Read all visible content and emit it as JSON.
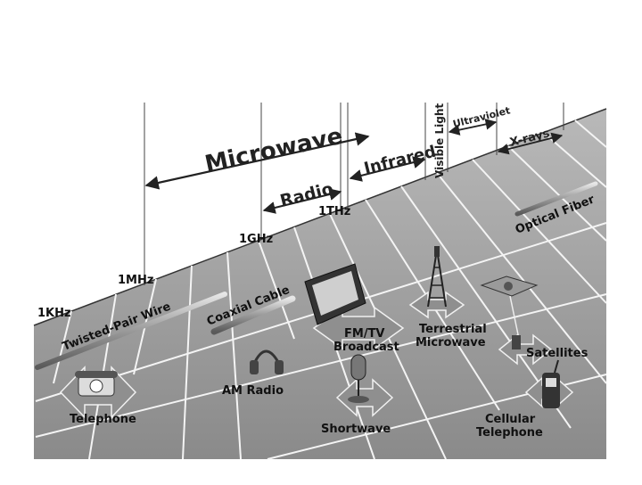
{
  "spectrum": {
    "frequencies": {
      "khz": "1KHz",
      "mhz": "1MHz",
      "ghz": "1GHz",
      "thz": "1THz"
    },
    "bands": {
      "microwave": "Microwave",
      "radio": "Radio",
      "infrared": "Infrared",
      "visible": "Visible Light",
      "ultraviolet": "Ultraviolet",
      "xrays": "X-rays"
    }
  },
  "media": {
    "twisted_pair": "Twisted-Pair Wire",
    "coaxial": "Coaxial Cable",
    "optical": "Optical Fiber"
  },
  "applications": {
    "telephone": "Telephone",
    "am_radio": "AM Radio",
    "fm_tv_1": "FM/TV",
    "fm_tv_2": "Broadcast",
    "shortwave": "Shortwave",
    "terrestrial_1": "Terrestrial",
    "terrestrial_2": "Microwave",
    "satellites": "Satellites",
    "cellular_1": "Cellular",
    "cellular_2": "Telephone"
  }
}
